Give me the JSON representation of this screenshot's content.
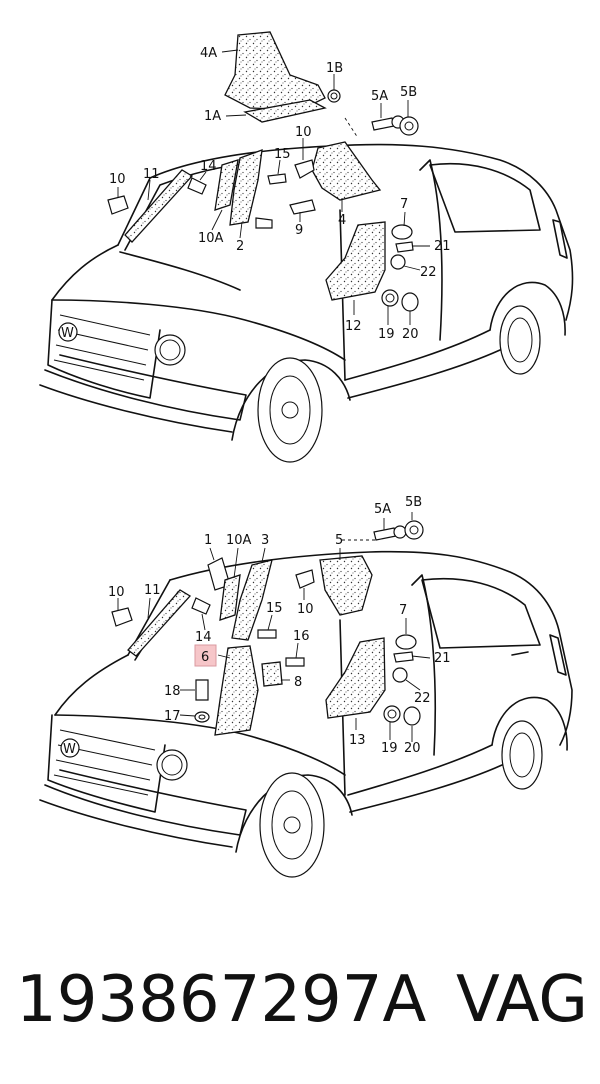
{
  "top_view": {
    "labels": [
      "4A",
      "1B",
      "1A",
      "5A",
      "5B",
      "10",
      "15",
      "14",
      "11",
      "10",
      "10A",
      "2",
      "9",
      "4",
      "7",
      "21",
      "22",
      "12",
      "19",
      "20"
    ]
  },
  "bottom_view": {
    "labels": [
      "5A",
      "5B",
      "1",
      "10A",
      "3",
      "5",
      "10",
      "11",
      "15",
      "16",
      "14",
      "7",
      "21",
      "22",
      "8",
      "18",
      "17",
      "13",
      "19",
      "20"
    ],
    "highlighted_label": "6"
  },
  "footer": {
    "part_number": "193867297A",
    "brand": "VAG"
  }
}
